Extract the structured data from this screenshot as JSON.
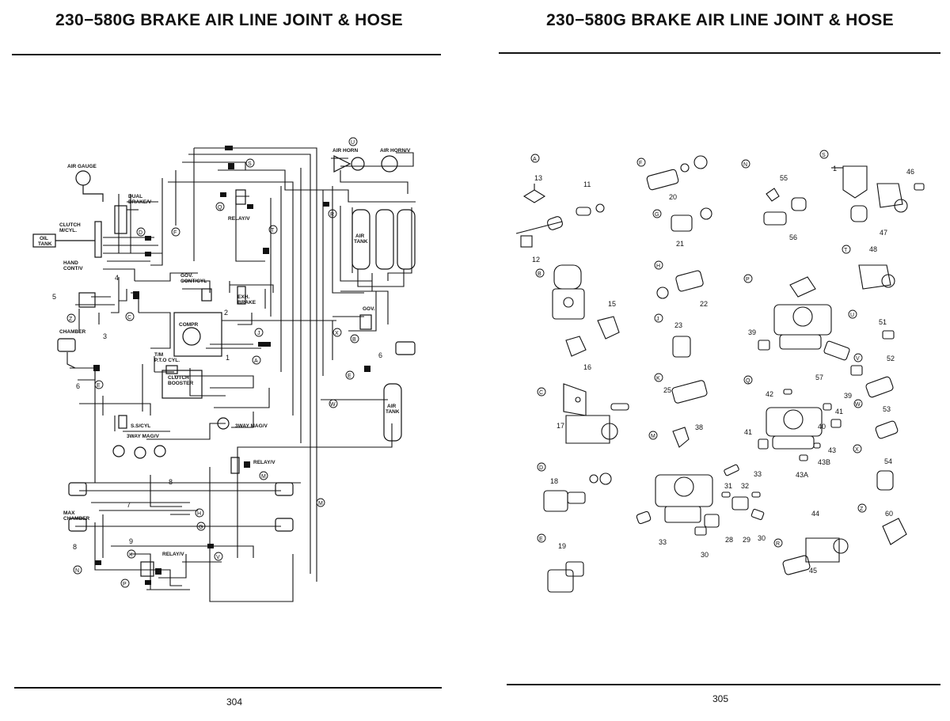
{
  "pages": [
    {
      "title": "230−580G   BRAKE AIR LINE JOINT & HOSE",
      "page_number": "304"
    },
    {
      "title": "230−580G   BRAKE AIR LINE JOINT & HOSE",
      "page_number": "305"
    }
  ],
  "schematic": {
    "labels": {
      "air_gauge": "AIR GAUGE",
      "dual_brake": "DUAL",
      "dual_brake_2": "BRAKE/V",
      "clutch": "CLUTCH",
      "clutch_2": "M/CYL.",
      "oil_tank": "OIL",
      "oil_tank_2": "TANK",
      "hand_cont": "HAND",
      "hand_cont_2": "CONT/V",
      "chamber": "CHAMBER",
      "gov_cont": "GOV.",
      "gov_cont_2": "CONT/CYL",
      "exh_brake": "EXH.",
      "exh_brake_2": "BRAKE",
      "compr": "COMPR",
      "tm_pto": "T/M",
      "tm_pto_2": "P.T.O CYL.",
      "clutch_booster": "CLUTCH",
      "clutch_booster_2": "BOOSTER",
      "ss_cyl": "S.S/CYL",
      "3way_mag_1": "3WAY MAG/V",
      "3way_mag_2": "3WAY MAG/V",
      "air_horn": "AIR HORN",
      "air_horn_v": "AIR HORN/V",
      "relay_v_top": "RELAY/V",
      "air_tank": "AIR",
      "air_tank_2": "TANK",
      "gov": "GOV.",
      "air_tank_lower": "AIR",
      "air_tank_lower_2": "TANK",
      "relay_v_mid": "RELAY/V",
      "max_chamber": "MAX",
      "max_chamber_2": "CHAMBER",
      "relay_v_bottom": "RELAY/V"
    },
    "callouts": {
      "A": "A",
      "B": "B",
      "C": "C",
      "E": "E",
      "F": "F",
      "G": "G",
      "H": "H",
      "J": "J",
      "K": "K",
      "M": "M",
      "N": "N",
      "P": "P",
      "Q": "Q",
      "R": "R",
      "S": "S",
      "T": "T",
      "U": "U",
      "V": "V",
      "W": "W",
      "X": "X",
      "Z": "Z",
      "D": "D"
    },
    "numbers": {
      "n1": "1",
      "n2": "2",
      "n3": "3",
      "n4": "4",
      "n5": "5",
      "n6a": "6",
      "n6b": "6",
      "n7": "7",
      "n8a": "8",
      "n8b": "8",
      "n9": "9"
    }
  },
  "parts_diagram": {
    "callouts": {
      "A": "A",
      "B": "B",
      "C": "C",
      "D": "D",
      "E": "E",
      "F": "F",
      "G": "G",
      "H": "H",
      "J": "J",
      "K": "K",
      "M": "M",
      "N": "N",
      "P": "P",
      "Q": "Q",
      "R": "R",
      "S": "S",
      "T": "T",
      "U": "U",
      "V": "V",
      "W": "W",
      "X": "X",
      "Z": "Z"
    },
    "part_numbers": {
      "p11": "11",
      "p12": "12",
      "p13": "13",
      "p15": "15",
      "p16": "16",
      "p17": "17",
      "p18": "18",
      "p19": "19",
      "p20": "20",
      "p21": "21",
      "p22": "22",
      "p23": "23",
      "p25": "25",
      "p28": "28",
      "p29": "29",
      "p30a": "30",
      "p30b": "30",
      "p31": "31",
      "p32": "32",
      "p33a": "33",
      "p33b": "33",
      "p38": "38",
      "p39a": "39",
      "p39b": "39",
      "p40": "40",
      "p41a": "41",
      "p41b": "41",
      "p42": "42",
      "p43": "43",
      "p43a": "43A",
      "p43b": "43B",
      "p44": "44",
      "p45": "45",
      "p46": "46",
      "p47": "47",
      "p48": "48",
      "p51": "51",
      "p52": "52",
      "p53": "53",
      "p54": "54",
      "p55": "55",
      "p56": "56",
      "p57": "57",
      "p60": "60",
      "p1": "1"
    }
  }
}
